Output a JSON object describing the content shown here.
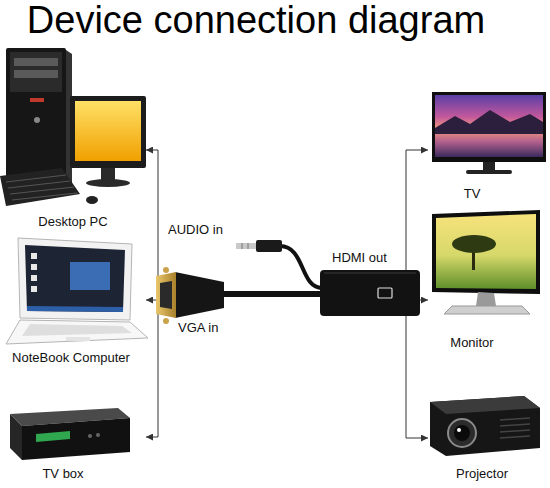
{
  "diagram": {
    "title": "Device connection diagram",
    "nodes": [
      {
        "text": [
          "Desktop PC"
        ]
      },
      {
        "text": [
          "NoteBook Computer"
        ]
      },
      {
        "text": [
          "TV box"
        ]
      },
      {
        "text": [
          "AUDIO in",
          "VGA in",
          "HDMI out"
        ]
      },
      {
        "text": [
          "TV"
        ]
      },
      {
        "text": [
          "Monitor"
        ]
      },
      {
        "text": [
          "Projector"
        ]
      }
    ],
    "edges": [
      {
        "from": 3,
        "to": 0,
        "arrow": "to"
      },
      {
        "from": 3,
        "to": 1,
        "arrow": "to"
      },
      {
        "from": 3,
        "to": 2,
        "arrow": "to"
      },
      {
        "from": 3,
        "to": 4,
        "arrow": "to"
      },
      {
        "from": 3,
        "to": 5,
        "arrow": "to"
      },
      {
        "from": 3,
        "to": 6,
        "arrow": "to"
      }
    ]
  }
}
